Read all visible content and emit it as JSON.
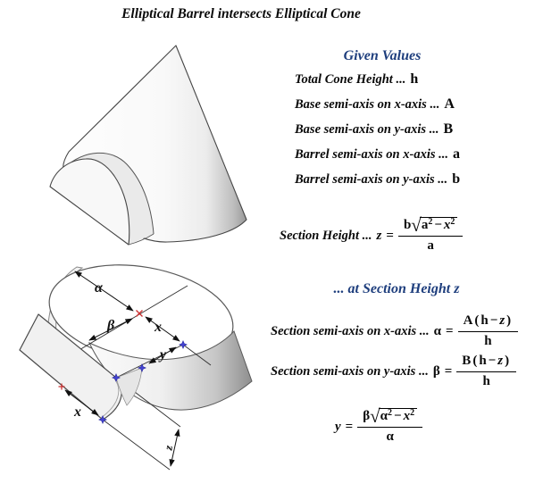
{
  "title": "Elliptical Barrel intersects Elliptical Cone",
  "colors": {
    "heading_blue": "#1e3e7d",
    "marker_red": "#cc3333",
    "marker_blue": "#4343cf",
    "outline_gray": "#4a4a4a"
  },
  "given": {
    "heading": "Given Values",
    "items": [
      {
        "label": "Total Cone Height ...",
        "var": "h"
      },
      {
        "label": "Base semi-axis on x-axis ...",
        "var": "A"
      },
      {
        "label": "Base semi-axis on y-axis ...",
        "var": "B"
      },
      {
        "label": "Barrel semi-axis on x-axis ...",
        "var": "a"
      },
      {
        "label": "Barrel semi-axis on y-axis ...",
        "var": "b"
      }
    ]
  },
  "formulas": {
    "section_height": {
      "label": "Section Height ...",
      "lhs": "z",
      "equals": "=",
      "coeff": "b",
      "rad_var": "a",
      "exp": "2",
      "minus": "−",
      "sub_var": "x",
      "den": "a"
    },
    "at_heading": {
      "prefix": "... at Section Height",
      "var": "z"
    },
    "alpha": {
      "label": "Section semi-axis on x-axis ...",
      "lhs": "α",
      "equals": "=",
      "coeff": "A",
      "open": "(",
      "h": "h",
      "minus": "−",
      "z": "z",
      "close": ")",
      "den": "h"
    },
    "beta": {
      "label": "Section semi-axis on y-axis ...",
      "lhs": "β",
      "equals": "=",
      "coeff": "B",
      "open": "(",
      "h": "h",
      "minus": "−",
      "z": "z",
      "close": ")",
      "den": "h"
    },
    "y_eq": {
      "lhs": "y",
      "equals": "=",
      "coeff": "β",
      "rad_var": "α",
      "exp": "2",
      "minus": "−",
      "sub_var": "x",
      "den": "α"
    }
  },
  "diagram": {
    "alpha": "α",
    "beta": "β",
    "x": "x",
    "y": "y",
    "barrel_x": "x",
    "z": "z"
  }
}
